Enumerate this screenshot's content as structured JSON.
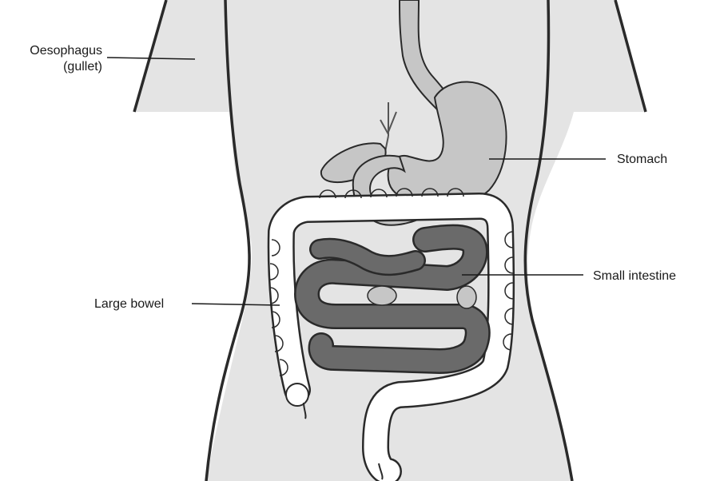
{
  "labels": {
    "oesophagus": "Oesophagus",
    "gullet": "(gullet)",
    "stomach": "Stomach",
    "small_intestine": "Small intestine",
    "large_bowel": "Large bowel"
  },
  "colors": {
    "body_fill": "#e4e4e4",
    "outline": "#2a2a2a",
    "oesophagus_stomach": "#c6c6c6",
    "small_intestine": "#6a6a6a",
    "large_bowel": "#ffffff",
    "leader_line": "#1a1a1a"
  }
}
